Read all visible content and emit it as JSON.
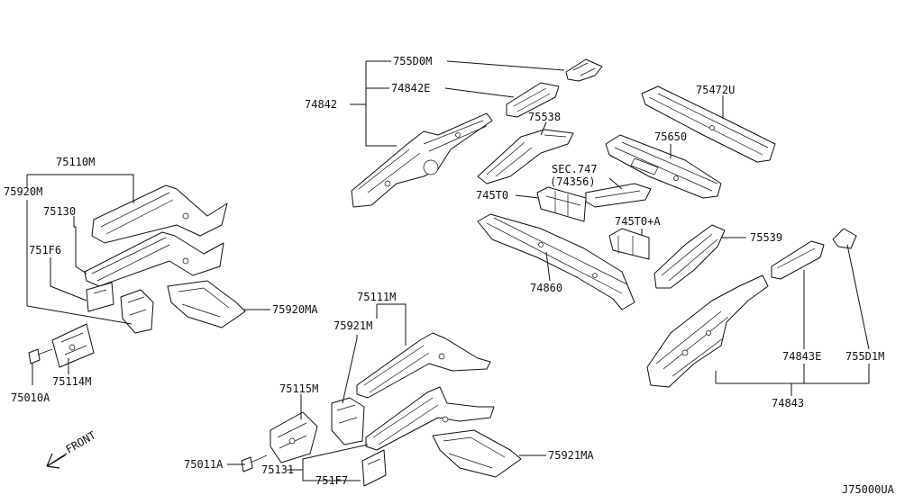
{
  "diagram_code": "J75000UA",
  "front_label": "FRONT",
  "labels": {
    "p755D0M": "755D0M",
    "p74842E": "74842E",
    "p74842": "74842",
    "p75538": "75538",
    "p75472U": "75472U",
    "p75650": "75650",
    "sec747": "SEC.747",
    "sec747_sub": "(74356)",
    "p745T0": "745T0",
    "p745T0A": "745T0+A",
    "p75539": "75539",
    "p74860": "74860",
    "p75110M": "75110M",
    "p75920M": "75920M",
    "p75130": "75130",
    "p751F6": "751F6",
    "p75920MA": "75920MA",
    "p75114M": "75114M",
    "p75010A": "75010A",
    "p75111M": "75111M",
    "p75921M": "75921M",
    "p75115M": "75115M",
    "p75011A": "75011A",
    "p75131": "75131",
    "p751F7": "751F7",
    "p75921MA": "75921MA",
    "p74843E": "74843E",
    "p755D1M": "755D1M",
    "p74843": "74843"
  }
}
